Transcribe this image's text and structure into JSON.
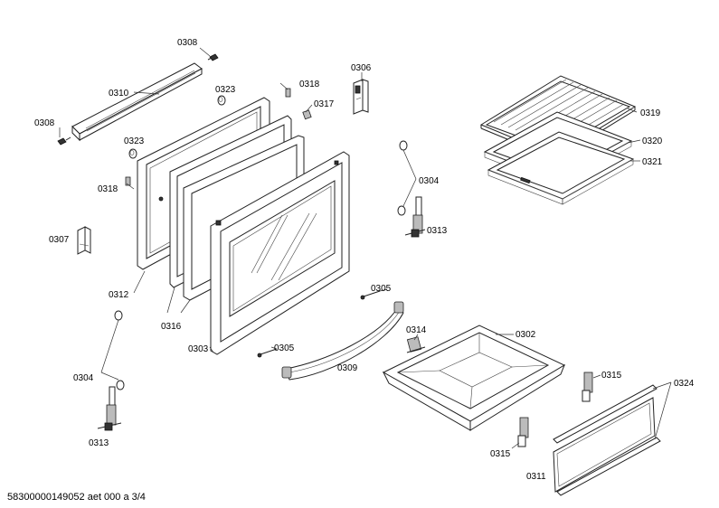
{
  "labels": {
    "p0308a": "0308",
    "p0308b": "0308",
    "p0310": "0310",
    "p0323a": "0323",
    "p0323b": "0323",
    "p0318a": "0318",
    "p0318b": "0318",
    "p0317": "0317",
    "p0306": "0306",
    "p0307": "0307",
    "p0312": "0312",
    "p0316": "0316",
    "p0303": "0303",
    "p0304a": "0304",
    "p0304b": "0304",
    "p0313a": "0313",
    "p0313b": "0313",
    "p0305a": "0305",
    "p0305b": "0305",
    "p0309": "0309",
    "p0314": "0314",
    "p0302": "0302",
    "p0315a": "0315",
    "p0315b": "0315",
    "p0311": "0311",
    "p0324": "0324",
    "p0319": "0319",
    "p0320": "0320",
    "p0321": "0321"
  },
  "footer": "58300000149052 aet 000 a 3/4"
}
